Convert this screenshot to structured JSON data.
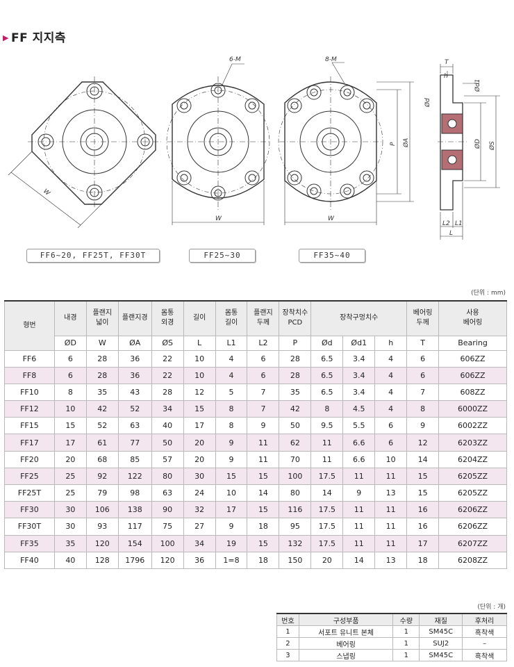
{
  "title": "FF 지지측",
  "drawing_labels": {
    "holes6": "6-M",
    "holes8": "8-M",
    "w": "W",
    "p": "P",
    "a": "ØA",
    "t": "T",
    "h": "h",
    "d1": "Ød1",
    "d": "Ød",
    "dd": "ØD",
    "s": "ØS",
    "l2": "L2",
    "l1": "L1",
    "l": "L"
  },
  "captions": [
    "FF6~20, FF25T, FF30T",
    "FF25~30",
    "FF35~40"
  ],
  "unit_mm": "(단위 : mm)",
  "unit_ea": "(단위 : 개)",
  "spec_table": {
    "header_model": "형번",
    "header_names": [
      "내경",
      "플랜지\n넓이",
      "플랜지경",
      "몸통\n외경",
      "길이",
      "몸통\n길이",
      "플랜지\n두께",
      "장착치수\nPCD",
      "장착구멍치수",
      "베어링\n두께",
      "사용\n베어링"
    ],
    "symbols": [
      "ØD",
      "W",
      "ØA",
      "ØS",
      "L",
      "L1",
      "L2",
      "P",
      "Ød",
      "Ød1",
      "h",
      "T",
      "Bearing"
    ],
    "rows": [
      [
        "FF6",
        "6",
        "28",
        "36",
        "22",
        "10",
        "4",
        "6",
        "28",
        "6.5",
        "3.4",
        "4",
        "6",
        "606ZZ"
      ],
      [
        "FF8",
        "6",
        "28",
        "36",
        "22",
        "10",
        "4",
        "6",
        "28",
        "6.5",
        "3.4",
        "4",
        "6",
        "606ZZ"
      ],
      [
        "FF10",
        "8",
        "35",
        "43",
        "28",
        "12",
        "5",
        "7",
        "35",
        "6.5",
        "3.4",
        "4",
        "7",
        "608ZZ"
      ],
      [
        "FF12",
        "10",
        "42",
        "52",
        "34",
        "15",
        "8",
        "7",
        "42",
        "8",
        "4.5",
        "4",
        "8",
        "6000ZZ"
      ],
      [
        "FF15",
        "15",
        "52",
        "63",
        "40",
        "17",
        "8",
        "9",
        "50",
        "9.5",
        "5.5",
        "6",
        "9",
        "6002ZZ"
      ],
      [
        "FF17",
        "17",
        "61",
        "77",
        "50",
        "20",
        "9",
        "11",
        "62",
        "11",
        "6.6",
        "6",
        "12",
        "6203ZZ"
      ],
      [
        "FF20",
        "20",
        "68",
        "85",
        "57",
        "20",
        "9",
        "11",
        "70",
        "11",
        "6.6",
        "10",
        "14",
        "6204ZZ"
      ],
      [
        "FF25",
        "25",
        "92",
        "122",
        "80",
        "30",
        "15",
        "15",
        "100",
        "17.5",
        "11",
        "11",
        "15",
        "6205ZZ"
      ],
      [
        "FF25T",
        "25",
        "79",
        "98",
        "63",
        "24",
        "10",
        "14",
        "80",
        "14",
        "9",
        "13",
        "15",
        "6205ZZ"
      ],
      [
        "FF30",
        "30",
        "106",
        "138",
        "90",
        "32",
        "17",
        "15",
        "116",
        "17.5",
        "11",
        "11",
        "16",
        "6206ZZ"
      ],
      [
        "FF30T",
        "30",
        "93",
        "117",
        "75",
        "27",
        "9",
        "18",
        "95",
        "17.5",
        "11",
        "11",
        "16",
        "6206ZZ"
      ],
      [
        "FF35",
        "35",
        "120",
        "154",
        "100",
        "34",
        "19",
        "15",
        "132",
        "17.5",
        "11",
        "11",
        "17",
        "6207ZZ"
      ],
      [
        "FF40",
        "40",
        "128",
        "1796",
        "120",
        "36",
        "1=8",
        "18",
        "150",
        "20",
        "14",
        "13",
        "18",
        "6208ZZ"
      ]
    ]
  },
  "parts_table": {
    "headers": [
      "번호",
      "구성부품",
      "수량",
      "재질",
      "후처리"
    ],
    "rows": [
      [
        "1",
        "서포트 유니트 본체",
        "1",
        "SM45C",
        "흑착색"
      ],
      [
        "2",
        "베어링",
        "1",
        "SUJ2",
        "–"
      ],
      [
        "3",
        "스냅링",
        "1",
        "SM45C",
        "흑착색"
      ]
    ]
  },
  "accent_color": "#c21e68",
  "alt_row_color": "#f4e6ef"
}
